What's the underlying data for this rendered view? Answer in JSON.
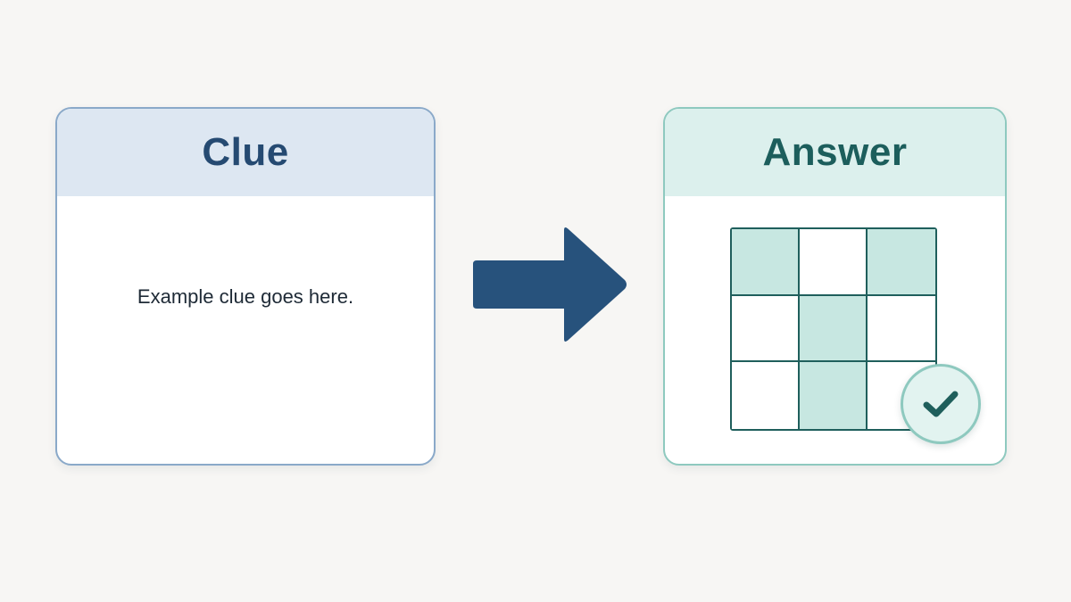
{
  "clue_card": {
    "title": "Clue",
    "text": "Example clue goes here.",
    "accent_color": "#254a72",
    "border_color": "#8aa9c9"
  },
  "arrow": {
    "icon": "right-arrow-icon",
    "color": "#27527c"
  },
  "answer_card": {
    "title": "Answer",
    "accent_color": "#1c5e5c",
    "border_color": "#8ec9bf",
    "grid": {
      "rows": 3,
      "cols": 3,
      "filled": [
        [
          true,
          false,
          true
        ],
        [
          false,
          true,
          false
        ],
        [
          false,
          true,
          false
        ]
      ],
      "fill_color": "#c7e7e1"
    },
    "badge_icon": "checkmark-icon"
  }
}
